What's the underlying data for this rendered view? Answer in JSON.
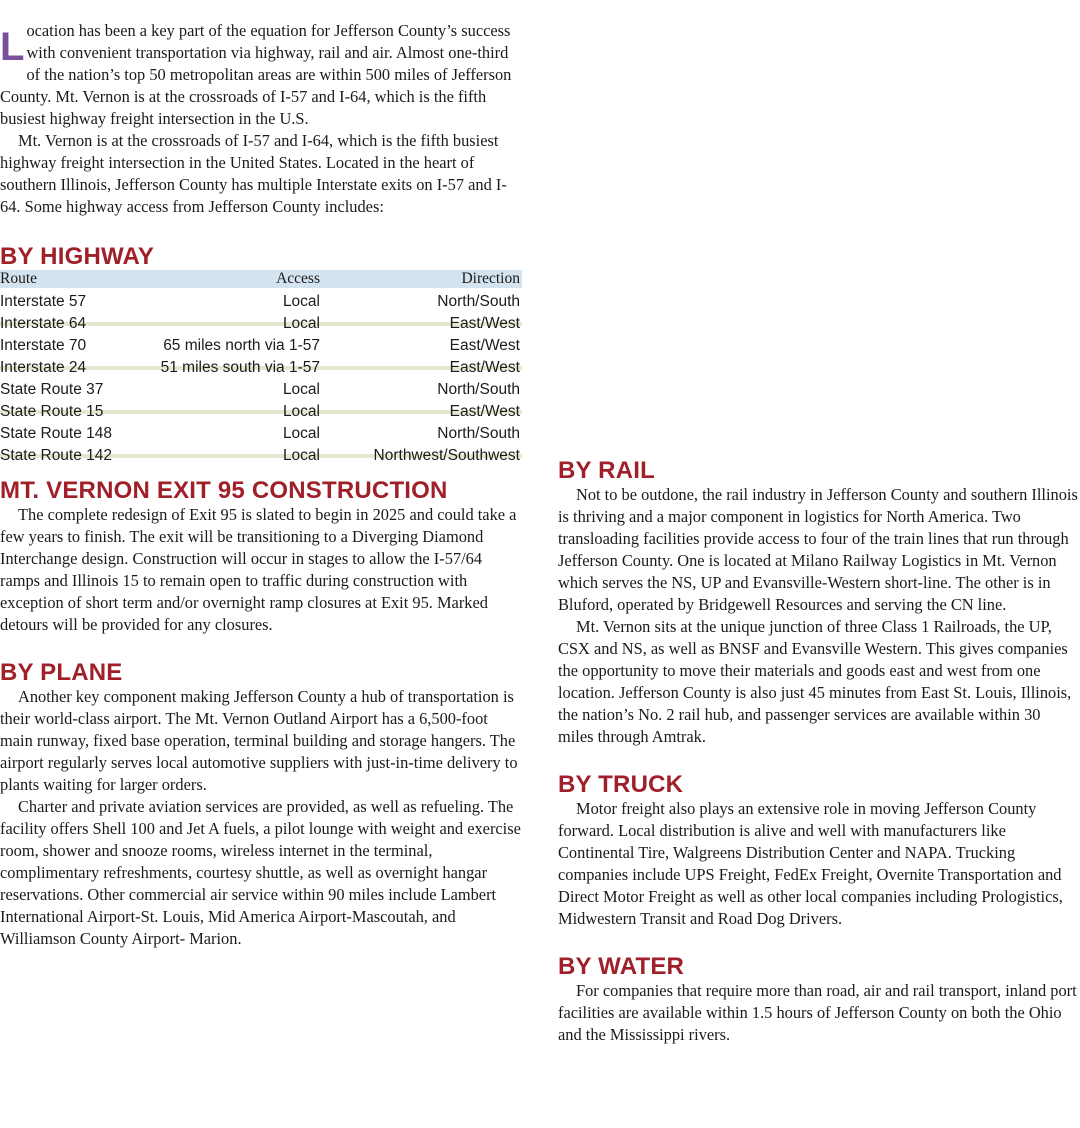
{
  "intro": {
    "dropcap": "L",
    "p1_rest": "ocation has been a key part of the equation for Jefferson County’s success with convenient transportation via highway, rail and air. Almost one-third of the nation’s top 50 metropolitan areas are within 500 miles of Jefferson County. Mt. Vernon is at the crossroads of I-57 and I-64, which is the fifth busiest highway freight intersection in the U.S.",
    "p2": "Mt. Vernon is at the crossroads of I-57 and I-64, which is the fifth busiest highway freight intersection in the United States. Located in the heart of southern Illinois, Jefferson County has multiple Interstate exits on I-57 and I-64. Some highway access from Jefferson County includes:"
  },
  "highway": {
    "heading": "BY HIGHWAY",
    "columns": [
      "Route",
      "Access",
      "Direction"
    ],
    "rows": [
      [
        "Interstate 57",
        "Local",
        "North/South"
      ],
      [
        "Interstate 64",
        "Local",
        "East/West"
      ],
      [
        "Interstate 70",
        "65 miles north via 1-57",
        "East/West"
      ],
      [
        "Interstate 24",
        "51 miles south via 1-57",
        "East/West"
      ],
      [
        "State Route 37",
        "Local",
        "North/South"
      ],
      [
        "State Route 15",
        "Local",
        "East/West"
      ],
      [
        "State Route 148",
        "Local",
        "North/South"
      ],
      [
        "State Route 142",
        "Local",
        "Northwest/Southwest"
      ]
    ],
    "shade_color": "#e7e7cf",
    "header_color": "#d4e3f0"
  },
  "exit95": {
    "heading": "MT. VERNON EXIT 95 CONSTRUCTION",
    "p1": "The complete redesign of Exit 95 is slated to begin in 2025 and could take a few years to finish. The exit will be transitioning to a Diverging Diamond Interchange design. Construction will occur in stages to allow the I-57/64 ramps and Illinois 15 to remain open to traffic during construction with exception of short term and/or overnight ramp closures at Exit 95. Marked detours will be provided for any closures."
  },
  "plane": {
    "heading": "BY PLANE",
    "p1": "Another key component making Jefferson County a hub of transportation is their world-class airport. The Mt. Vernon Outland Airport has a 6,500-foot main runway, fixed base operation, terminal building and storage hangers. The airport regularly serves local automotive suppliers with just-in-time delivery to plants waiting for larger orders.",
    "p2": "Charter and private aviation services are provided, as well as refueling. The facility offers Shell 100 and Jet A fuels, a pilot lounge with weight and exercise room, shower and snooze rooms, wireless internet in the terminal, complimentary refreshments, courtesy shuttle, as well as overnight hangar reservations. Other commercial air service within 90 miles include Lambert International Airport-St. Louis, Mid America Airport-Mascoutah, and Williamson County Airport- Marion."
  },
  "rail": {
    "heading": "BY RAIL",
    "p1": "Not to be outdone, the rail industry in Jefferson County and southern Illinois is thriving and a major component in logistics for North America. Two transloading facilities provide access to four of the train lines that run through Jefferson County. One is located at Milano Railway Logistics in Mt. Vernon which serves the NS, UP and Evansville-Western short-line. The other is in Bluford, operated by Bridgewell Resources and serving the CN line.",
    "p2": "Mt. Vernon sits at the unique junction of three Class 1 Railroads, the UP, CSX and NS, as well as BNSF and Evansville Western. This gives companies the opportunity to move their materials and goods east and west from one location.  Jefferson County is also just 45 minutes from East St. Louis, Illinois, the nation’s No. 2 rail hub, and passenger services are available within 30 miles through Amtrak."
  },
  "truck": {
    "heading": "BY TRUCK",
    "p1": "Motor freight also plays an extensive role in moving Jefferson County forward. Local distribution is alive and well with manufacturers like Continental Tire, Walgreens Distribution Center and NAPA. Trucking companies include UPS Freight, FedEx Freight, Overnite Transportation and Direct Motor Freight as well as other local companies including Prologistics, Midwestern Transit and Road Dog Drivers."
  },
  "water": {
    "heading": "BY WATER",
    "p1": "For companies that require more than road, air and rail transport, inland port facilities are available within 1.5 hours of Jefferson County on both the Ohio and the Mississippi rivers."
  },
  "colors": {
    "heading": "#a0202a",
    "dropcap": "#7a4f9c"
  }
}
